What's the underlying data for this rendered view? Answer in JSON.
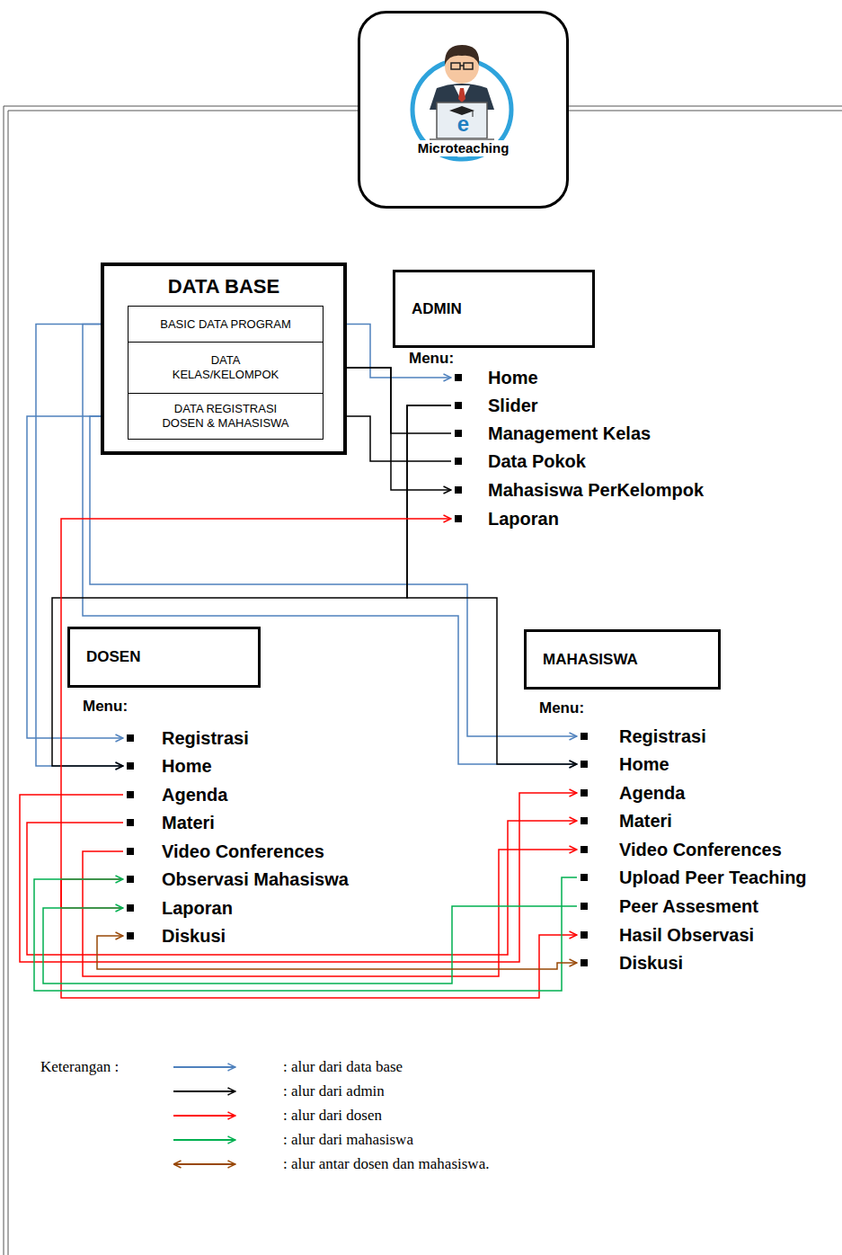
{
  "diagram": {
    "nodes": [
      {
        "text": [
          "e",
          "Microteaching"
        ]
      },
      {
        "text": [
          "DATA BASE"
        ]
      },
      {
        "text": [
          "BASIC DATA PROGRAM"
        ],
        "in": 1
      },
      {
        "text": [
          "DATA KELAS/KELOMPOK"
        ],
        "in": 1
      },
      {
        "text": [
          "DATA REGISTRASI DOSEN & MAHASISWA"
        ],
        "in": 1
      },
      {
        "text": [
          "ADMIN"
        ]
      },
      {
        "text": [
          "Home"
        ]
      },
      {
        "text": [
          "Slider"
        ]
      },
      {
        "text": [
          "Management Kelas"
        ]
      },
      {
        "text": [
          "Data Pokok"
        ]
      },
      {
        "text": [
          "Mahasiswa PerKelompok"
        ]
      },
      {
        "text": [
          "Laporan"
        ]
      },
      {
        "text": [
          "DOSEN"
        ]
      },
      {
        "text": [
          "Registrasi"
        ]
      },
      {
        "text": [
          "Home"
        ]
      },
      {
        "text": [
          "Agenda"
        ]
      },
      {
        "text": [
          "Materi"
        ]
      },
      {
        "text": [
          "Video Conferences"
        ]
      },
      {
        "text": [
          "Observasi Mahasiswa"
        ]
      },
      {
        "text": [
          "Laporan"
        ]
      },
      {
        "text": [
          "Diskusi"
        ]
      },
      {
        "text": [
          "MAHASISWA"
        ]
      },
      {
        "text": [
          "Registrasi"
        ]
      },
      {
        "text": [
          "Home"
        ]
      },
      {
        "text": [
          "Agenda"
        ]
      },
      {
        "text": [
          "Materi"
        ]
      },
      {
        "text": [
          "Video Conferences"
        ]
      },
      {
        "text": [
          "Upload Peer Teaching"
        ]
      },
      {
        "text": [
          "Peer Assesment"
        ]
      },
      {
        "text": [
          "Hasil Observasi"
        ]
      },
      {
        "text": [
          "Diskusi"
        ]
      }
    ],
    "edges": [
      {
        "from": 2,
        "to": 6,
        "arrow": "to"
      },
      {
        "from": 2,
        "to": 14,
        "arrow": "to"
      },
      {
        "from": 2,
        "to": 23,
        "arrow": "to"
      },
      {
        "from": 4,
        "to": 13,
        "arrow": "to"
      },
      {
        "from": 4,
        "to": 22,
        "arrow": "to"
      },
      {
        "from": 8,
        "to": 3,
        "arrow": "to"
      },
      {
        "from": 9,
        "to": 4,
        "arrow": "to"
      },
      {
        "from": 3,
        "to": 10,
        "arrow": "to"
      },
      {
        "from": 7,
        "to": 14,
        "arrow": "to"
      },
      {
        "from": 7,
        "to": 23,
        "arrow": "to"
      },
      {
        "from": 15,
        "to": 24,
        "arrow": "to"
      },
      {
        "from": 16,
        "to": 25,
        "arrow": "to"
      },
      {
        "from": 17,
        "to": 26,
        "arrow": "to"
      },
      {
        "from": 18,
        "to": 29,
        "arrow": "to"
      },
      {
        "from": 19,
        "to": 11,
        "arrow": "to"
      },
      {
        "from": 27,
        "to": 18,
        "arrow": "to"
      },
      {
        "from": 28,
        "to": 19,
        "arrow": "to"
      },
      {
        "from": 20,
        "to": 30,
        "arrow": "both"
      }
    ],
    "labels": [
      "Menu:",
      "Menu:",
      "Menu:",
      "Keterangan :"
    ],
    "legend": [
      {
        "text": ": alur dari data base"
      },
      {
        "text": ": alur dari admin"
      },
      {
        "text": ": alur dari dosen"
      },
      {
        "text": ": alur dari mahasiswa"
      },
      {
        "text": ": alur antar dosen dan mahasiswa."
      }
    ]
  }
}
